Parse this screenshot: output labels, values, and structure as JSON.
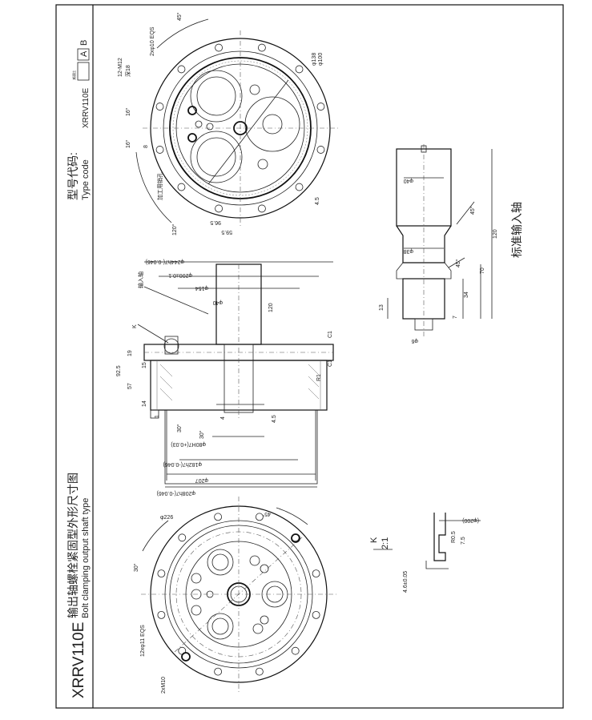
{
  "left_title": {
    "model": "XRRV110E",
    "cn": "输出轴螺栓紧固型外形尺寸图",
    "en": "Bolt clamping output shaft type"
  },
  "right_title": {
    "cn": "型号代码:",
    "en": "Type code",
    "model": "XRRV110E",
    "speed_label": "减速比",
    "box_a": "A",
    "box_b": "B"
  },
  "input_shaft_caption": "标准输入轴",
  "detail_k": {
    "label": "K",
    "scale": "2:1",
    "d200": "(φ200)",
    "chamfer": "7.5",
    "r": "R0.5",
    "dim": "4.6±0.05"
  },
  "front_view_left": {
    "d226": "φ226",
    "angle30": "30°",
    "angle45": "45°",
    "eqs": "12xφ11 EQS",
    "m10": "2xM10"
  },
  "section_view": {
    "d208": "φ208h7(-0.046)",
    "d207": "φ207",
    "d182": "φ182h7(-0.046)",
    "d80": "φ80H7(+0.03)",
    "d244": "φ244h7(-0.046)",
    "d200": "φ200±0.1",
    "d154": "φ154",
    "d40": "φ40",
    "l120": "120",
    "l92": "92.5",
    "l57": "57",
    "l19": "19",
    "l15": "15",
    "l14": "14",
    "l1": "1",
    "l4": "4",
    "l45": "4.5",
    "a30a": "30°",
    "a30b": "30°",
    "k": "K",
    "input_label": "输入轴",
    "c1a": "C1",
    "c1b": "C1",
    "r1": "R1"
  },
  "front_view_right": {
    "m12": "12-M12",
    "m12_depth": "深18",
    "pin": "2xφ10 EQS",
    "a45": "45°",
    "a16": "16°",
    "a16b": "16°",
    "d8": "8",
    "d138": "φ138",
    "d100": "φ100",
    "machining": "加工用销孔",
    "d45": "4.5",
    "d595": "59.5",
    "d965": "96.5",
    "a120": "120°"
  },
  "input_shaft": {
    "d40": "φ40",
    "d38": "φ38",
    "a45a": "45°",
    "a45b": "45°",
    "l120": "120",
    "l70": "70",
    "l34": "34",
    "l13": "13",
    "l7": "7",
    "d6": "φ6"
  }
}
